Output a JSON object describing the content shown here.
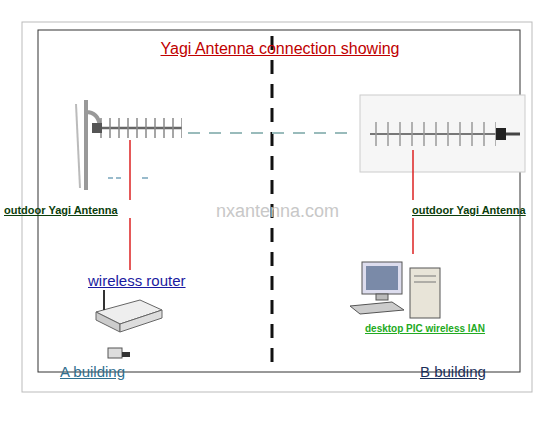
{
  "diagram": {
    "title": "Yagi Antenna connection showing",
    "nodes": [
      {
        "text": [
          "outdoor Yagi Antenna"
        ]
      },
      {
        "text": [
          "wireless router"
        ]
      },
      {
        "text": [
          "outdoor Yagi Antenna"
        ]
      },
      {
        "text": [
          "desktop PIC wireless lAN"
        ]
      }
    ],
    "edges": [
      {
        "from": 0,
        "to": 1,
        "arrow": "none"
      },
      {
        "from": 2,
        "to": 3,
        "arrow": "none"
      }
    ],
    "labels": [
      "A building",
      "B building",
      "nxantenna.com"
    ]
  }
}
